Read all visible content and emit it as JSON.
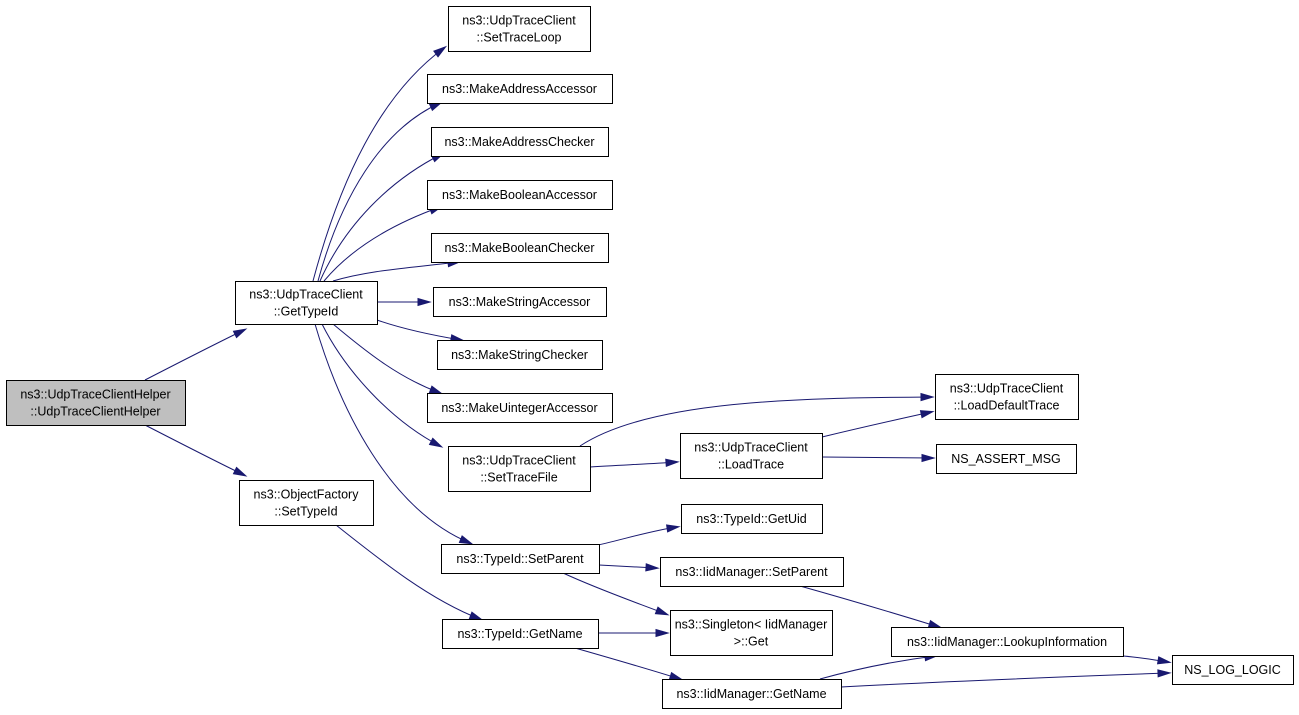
{
  "nodes": {
    "root": [
      "ns3::UdpTraceClientHelper",
      "::UdpTraceClientHelper"
    ],
    "gettypeid": [
      "ns3::UdpTraceClient",
      "::GetTypeId"
    ],
    "settypeid": [
      "ns3::ObjectFactory",
      "::SetTypeId"
    ],
    "settraceloop": [
      "ns3::UdpTraceClient",
      "::SetTraceLoop"
    ],
    "makeaddressaccessor": [
      "ns3::MakeAddressAccessor"
    ],
    "makeaddresschecker": [
      "ns3::MakeAddressChecker"
    ],
    "makebooleanaccessor": [
      "ns3::MakeBooleanAccessor"
    ],
    "makebooleanchecker": [
      "ns3::MakeBooleanChecker"
    ],
    "makestringaccessor": [
      "ns3::MakeStringAccessor"
    ],
    "makestringchecker": [
      "ns3::MakeStringChecker"
    ],
    "makeuintegeraccessor": [
      "ns3::MakeUintegerAccessor"
    ],
    "settracefile": [
      "ns3::UdpTraceClient",
      "::SetTraceFile"
    ],
    "setparent": [
      "ns3::TypeId::SetParent"
    ],
    "getname": [
      "ns3::TypeId::GetName"
    ],
    "loadtrace": [
      "ns3::UdpTraceClient",
      "::LoadTrace"
    ],
    "loaddefaulttrace": [
      "ns3::UdpTraceClient",
      "::LoadDefaultTrace"
    ],
    "nsassertmsg": [
      "NS_ASSERT_MSG"
    ],
    "getuid": [
      "ns3::TypeId::GetUid"
    ],
    "iidsetparent": [
      "ns3::IidManager::SetParent"
    ],
    "singletonget": [
      "ns3::Singleton< IidManager",
      ">::Get"
    ],
    "iidgetname": [
      "ns3::IidManager::GetName"
    ],
    "lookupinformation": [
      "ns3::IidManager::LookupInformation"
    ],
    "nsloglogic": [
      "NS_LOG_LOGIC"
    ]
  },
  "edges": [
    [
      "root",
      "gettypeid"
    ],
    [
      "root",
      "settypeid"
    ],
    [
      "gettypeid",
      "settraceloop"
    ],
    [
      "gettypeid",
      "makeaddressaccessor"
    ],
    [
      "gettypeid",
      "makeaddresschecker"
    ],
    [
      "gettypeid",
      "makebooleanaccessor"
    ],
    [
      "gettypeid",
      "makebooleanchecker"
    ],
    [
      "gettypeid",
      "makestringaccessor"
    ],
    [
      "gettypeid",
      "makestringchecker"
    ],
    [
      "gettypeid",
      "makeuintegeraccessor"
    ],
    [
      "gettypeid",
      "settracefile"
    ],
    [
      "gettypeid",
      "setparent"
    ],
    [
      "settypeid",
      "getname"
    ],
    [
      "settracefile",
      "loaddefaulttrace"
    ],
    [
      "settracefile",
      "loadtrace"
    ],
    [
      "loadtrace",
      "loaddefaulttrace"
    ],
    [
      "loadtrace",
      "nsassertmsg"
    ],
    [
      "setparent",
      "getuid"
    ],
    [
      "setparent",
      "iidsetparent"
    ],
    [
      "setparent",
      "singletonget"
    ],
    [
      "getname",
      "singletonget"
    ],
    [
      "getname",
      "iidgetname"
    ],
    [
      "iidsetparent",
      "lookupinformation"
    ],
    [
      "iidgetname",
      "lookupinformation"
    ],
    [
      "iidgetname",
      "nsloglogic"
    ],
    [
      "lookupinformation",
      "nsloglogic"
    ]
  ]
}
